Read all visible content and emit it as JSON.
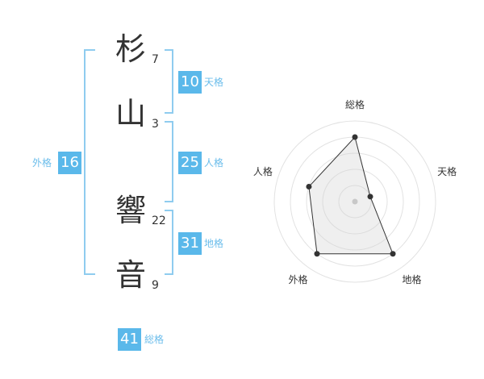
{
  "name": {
    "characters": [
      {
        "char": "杉",
        "strokes": "7"
      },
      {
        "char": "山",
        "strokes": "3"
      },
      {
        "char": "響",
        "strokes": "22"
      },
      {
        "char": "音",
        "strokes": "9"
      }
    ]
  },
  "fortunes": {
    "tenkaku": {
      "label": "天格",
      "value": "10"
    },
    "jinkaku": {
      "label": "人格",
      "value": "25"
    },
    "chikaku": {
      "label": "地格",
      "value": "31"
    },
    "gaikaku": {
      "label": "外格",
      "value": "16"
    },
    "soukaku": {
      "label": "総格",
      "value": "41"
    }
  },
  "colors": {
    "accent": "#5ab8ea",
    "bracket": "#8fccef",
    "text": "#333333"
  },
  "chart_data": {
    "type": "radar",
    "axes": [
      "総格",
      "天格",
      "地格",
      "外格",
      "人格"
    ],
    "values": [
      4,
      1,
      4,
      4,
      3
    ],
    "scale_max": 5,
    "rings": 5,
    "grid": true
  }
}
